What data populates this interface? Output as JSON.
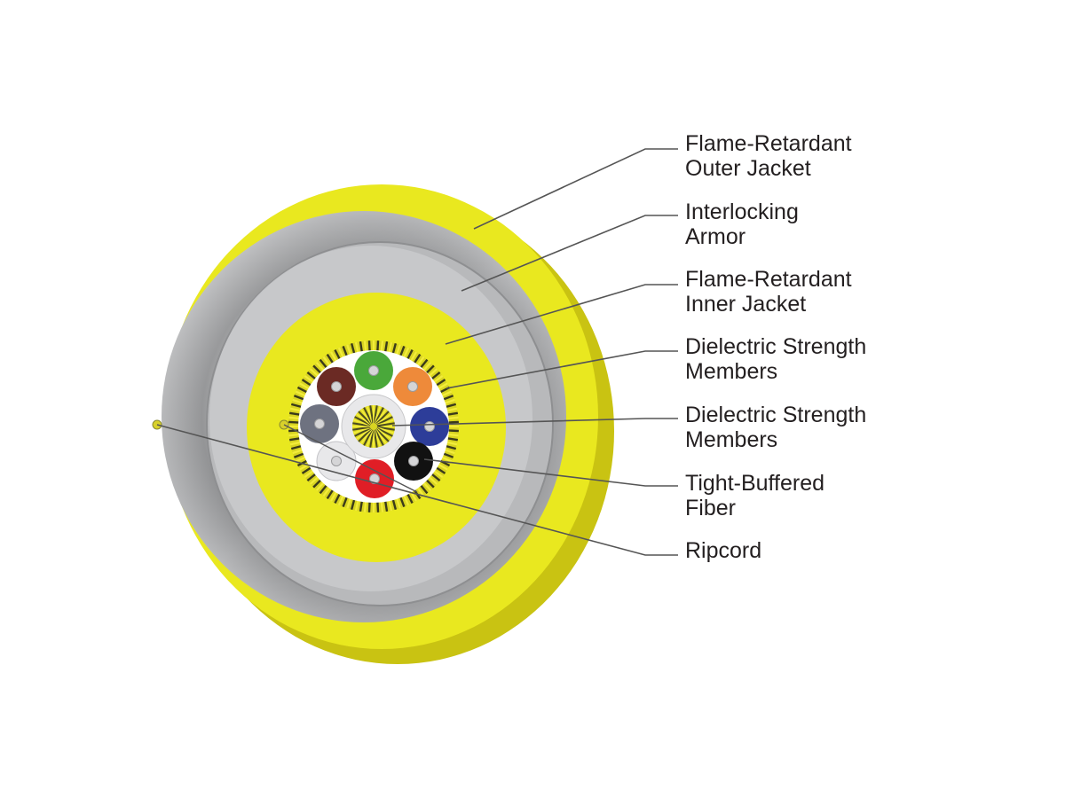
{
  "callouts": [
    {
      "id": "outer-jacket",
      "lines": [
        "Flame-Retardant",
        "Outer Jacket"
      ]
    },
    {
      "id": "armor",
      "lines": [
        "Interlocking",
        "Armor"
      ]
    },
    {
      "id": "inner-jacket",
      "lines": [
        "Flame-Retardant",
        "Inner Jacket"
      ]
    },
    {
      "id": "strength-members-outer",
      "lines": [
        "Dielectric Strength",
        "Members"
      ]
    },
    {
      "id": "strength-members-center",
      "lines": [
        "Dielectric Strength",
        "Members"
      ]
    },
    {
      "id": "tight-buffered-fiber",
      "lines": [
        "Tight-Buffered",
        "Fiber"
      ]
    },
    {
      "id": "ripcord",
      "lines": [
        "Ripcord"
      ]
    }
  ],
  "colors": {
    "jacket_yellow": "#e9e81f",
    "jacket_yellow_dark": "#c9c312",
    "armor_gray": "#a9aaab",
    "leader_line": "#555555",
    "text": "#231f20",
    "fibers": [
      "#4aa83a",
      "#ee8a3a",
      "#2d3d99",
      "#111111",
      "#e01e26",
      "#e8e8ea",
      "#6e7280",
      "#6b2a24"
    ]
  }
}
